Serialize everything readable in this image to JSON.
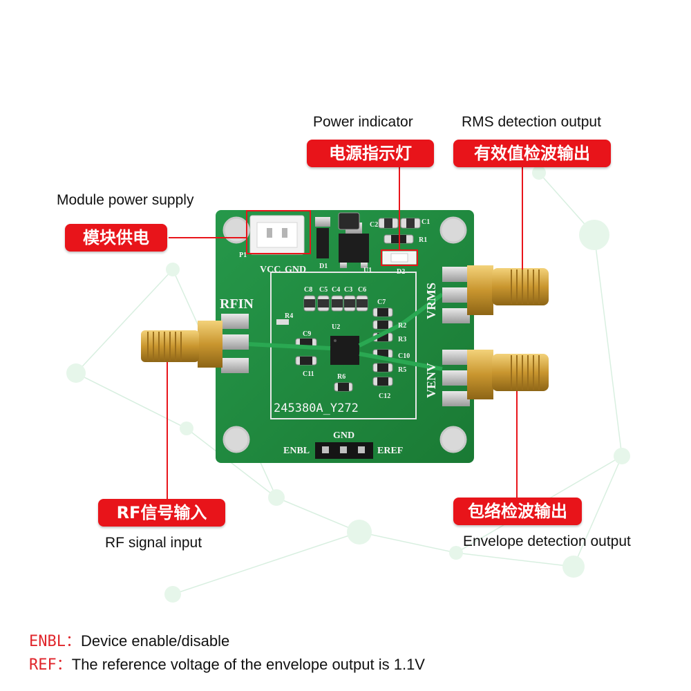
{
  "annotations": {
    "power_indicator": {
      "cn": "电源指示灯",
      "en": "Power indicator"
    },
    "rms_output": {
      "cn": "有效值检波输出",
      "en": "RMS detection output"
    },
    "module_power": {
      "cn": "模块供电",
      "en": "Module power supply"
    },
    "rf_input": {
      "cn": "RF信号输入",
      "en": "RF signal input"
    },
    "envelope_output": {
      "cn": "包络检波输出",
      "en": "Envelope detection output"
    }
  },
  "notes": [
    {
      "key": "ENBL：",
      "text": "Device enable/disable"
    },
    {
      "key": "REF：",
      "text": "The reference voltage of the envelope output is 1.1V"
    }
  ],
  "board": {
    "part_number": "245380A_Y272",
    "labels": {
      "rfin": "RFIN",
      "vrms": "VRMS",
      "venv": "VENV",
      "vcc": "VCC",
      "gnd_top": "GND",
      "gnd_bottom": "GND",
      "enbl": "ENBL",
      "eref": "EREF",
      "p1": "P1",
      "d1": "D1",
      "u1": "U1",
      "d2": "D2",
      "r1": "R1",
      "c1": "C1",
      "c2": "C2",
      "u2": "U2",
      "r2": "R2",
      "r3": "R3",
      "r4": "R4",
      "r5": "R5",
      "r6": "R6",
      "c3": "C3",
      "c4": "C4",
      "c5": "C5",
      "c6": "C6",
      "c7": "C7",
      "c8": "C8",
      "c9": "C9",
      "c10": "C10",
      "c11": "C11",
      "c12": "C12"
    }
  },
  "colors": {
    "tag_bg": "#e8141a",
    "pcb": "#1f8a3c",
    "silk": "#f4f4f4",
    "gold": "#d4a440",
    "leader": "#e8141a"
  }
}
